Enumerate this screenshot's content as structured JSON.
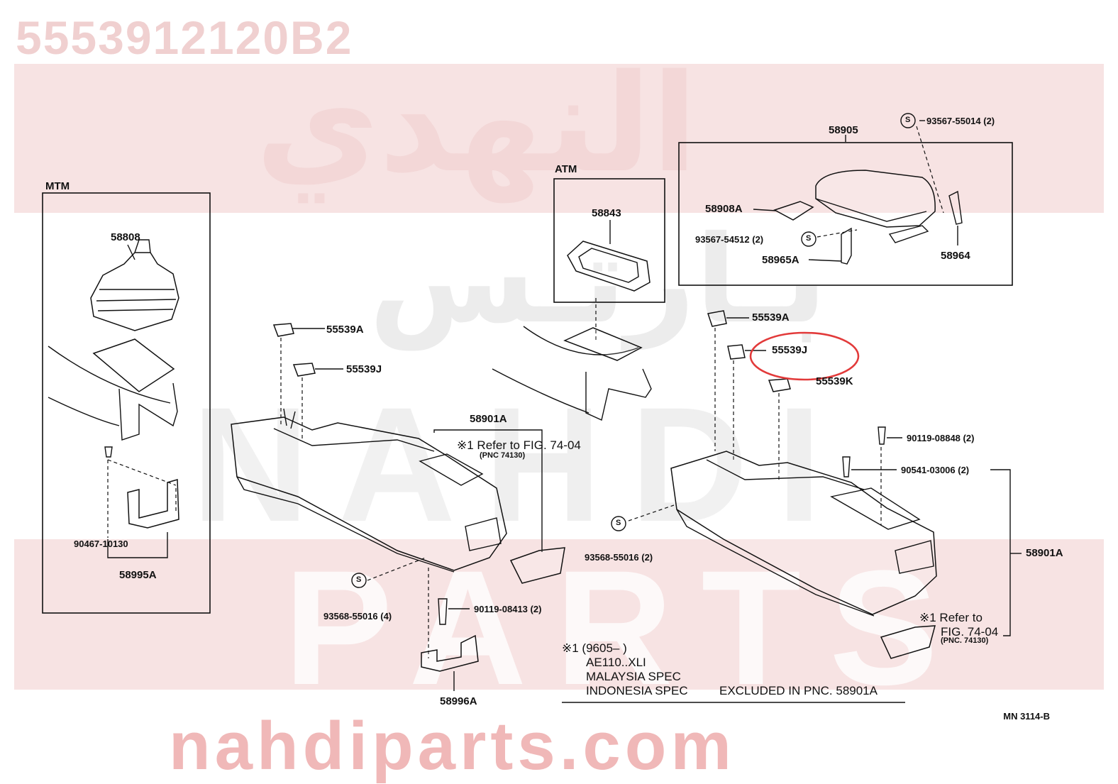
{
  "header": {
    "part_number": "5553912120B2"
  },
  "watermark": {
    "arabic_top": "النهدي",
    "arabic_mid": "بـارتـس",
    "latin_mid": "NAHDI",
    "latin_low": "PARTS",
    "url": "nahdiparts.com"
  },
  "boxes": {
    "mtm": {
      "title": "MTM"
    },
    "atm": {
      "title": "ATM"
    }
  },
  "labels": {
    "p58808": "58808",
    "p58843": "58843",
    "p58905": "58905",
    "p93567_55014": "93567-55014 (2)",
    "p58908A": "58908A",
    "p93567_54512": "93567-54512 (2)",
    "p58965A": "58965A",
    "p58964": "58964",
    "p55539A_left": "55539A",
    "p55539J_left": "55539J",
    "p55539A_right": "55539A",
    "p55539J_right": "55539J",
    "p55539K": "55539K",
    "p58901A_left": "58901A",
    "p58901A_right": "58901A",
    "p90119_08848": "90119-08848 (2)",
    "p90541_03006": "90541-03006 (2)",
    "p93568_55016_2": "93568-55016 (2)",
    "p93568_55016_4": "93568-55016 (4)",
    "p90119_08413": "90119-08413 (2)",
    "p90467_10130": "90467-10130",
    "p58995A": "58995A",
    "p58996A": "58996A",
    "s": "S"
  },
  "refs": {
    "left_refer": "※1 Refer to FIG. 74-04",
    "left_pnc": "(PNC 74130)",
    "right_refer": "※1 Refer to",
    "right_fig": "FIG. 74-04",
    "right_pnc": "(PNC. 74130)"
  },
  "note": {
    "line1": "※1 (9605–        )",
    "line2": "AE110..XLI",
    "line3": "MALAYSIA SPEC",
    "line4": "INDONESIA SPEC",
    "line4b": "EXCLUDED IN PNC. 58901A"
  },
  "footer": {
    "code": "MN 3114-B"
  },
  "colors": {
    "highlight": "#e23a3a",
    "watermark": "#f0b8b8"
  }
}
